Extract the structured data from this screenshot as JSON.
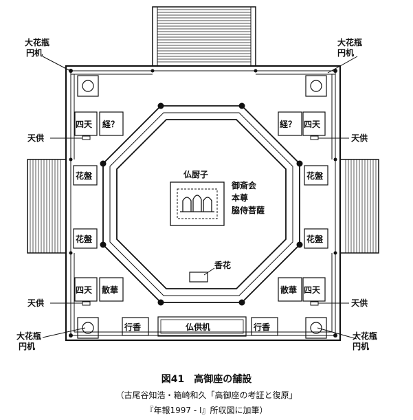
{
  "labels": {
    "butsuzushi": "仏厨子",
    "gosaikai": "御斎会",
    "honzon": "本尊",
    "kyoji": "脇侍菩薩",
    "koge": "香花",
    "daikabin_tl": "大花瓶",
    "enki_tl": "円机",
    "daikabin_tr": "大花瓶",
    "enki_tr": "円机",
    "daikabin_bl": "大花瓶",
    "enki_bl": "円机",
    "daikabin_br": "大花瓶",
    "enki_br": "円机",
    "shiten_tl": "四天",
    "shiten_tr": "四天",
    "shiten_bl": "四天",
    "shiten_br": "四天",
    "kyo_tl": "経？",
    "kyo_tr": "経？",
    "sange_l": "散華",
    "sange_r": "散華",
    "kaban_ul": "花盤",
    "kaban_ur": "花盤",
    "kaban_ll": "花盤",
    "kaban_lr": "花盤",
    "tenku_tl": "天供",
    "tenku_tr": "天供",
    "tenku_bl": "天供",
    "tenku_br": "天供",
    "gyoko_l": "行香",
    "gyoko_r": "行香",
    "butsuguki": "仏供机"
  },
  "caption": {
    "title": "図41　高御座の舗設",
    "line1": "（古尾谷知浩・箱崎和久「高御座の考証と復原」",
    "line2": "『年報1997 - Ⅰ』所収図に加筆）"
  }
}
